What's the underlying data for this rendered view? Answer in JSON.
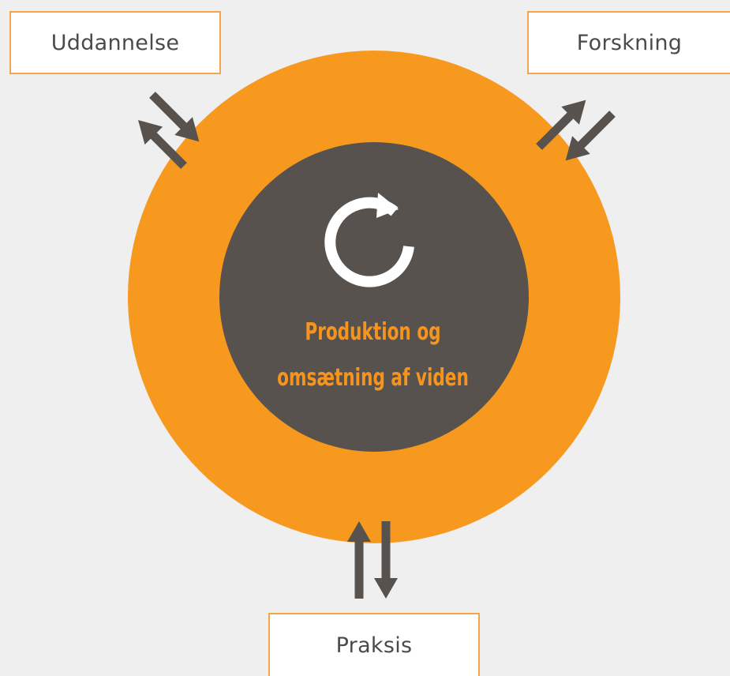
{
  "nodes": {
    "top_left": "Uddannelse",
    "top_right": "Forskning",
    "bottom": "Praksis"
  },
  "center": {
    "line1": "Produktion og",
    "line2": "omsætning af viden",
    "icon": "refresh-icon"
  },
  "colors": {
    "background": "#efefef",
    "outer_circle": "#f7981f",
    "inner_circle": "#58524e",
    "arrows": "#58524e",
    "accent_text": "#f7941d",
    "box_border": "#f4a64a"
  }
}
